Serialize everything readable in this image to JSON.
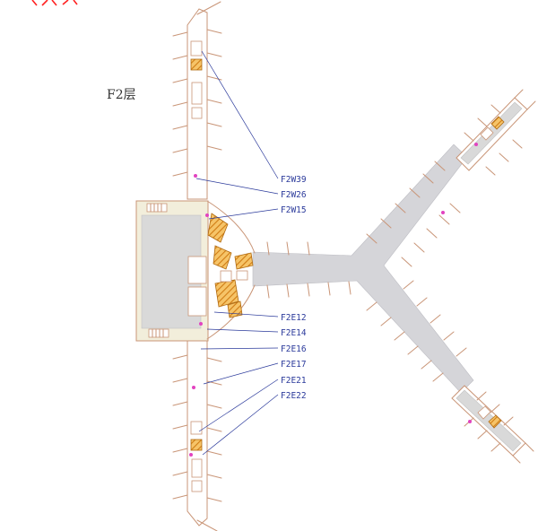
{
  "title": "F2层",
  "map": {
    "gate_labels": {
      "west": [
        {
          "label": "F2W39"
        },
        {
          "label": "F2W26"
        },
        {
          "label": "F2W15"
        }
      ],
      "east": [
        {
          "label": "F2E12"
        },
        {
          "label": "F2E14"
        },
        {
          "label": "F2E16"
        },
        {
          "label": "F2E17"
        },
        {
          "label": "F2E21"
        },
        {
          "label": "F2E22"
        }
      ]
    }
  },
  "colors": {
    "terminal_outline_tan": "#c99577",
    "corridor_gray": "#d5d5d9",
    "building_cream": "#f2eedb",
    "shop_orange": "#e8940c",
    "gate_label_blue": "#2b3a9b",
    "marker_magenta": "#e243c0",
    "clipped_text_red": "#ff2222"
  }
}
